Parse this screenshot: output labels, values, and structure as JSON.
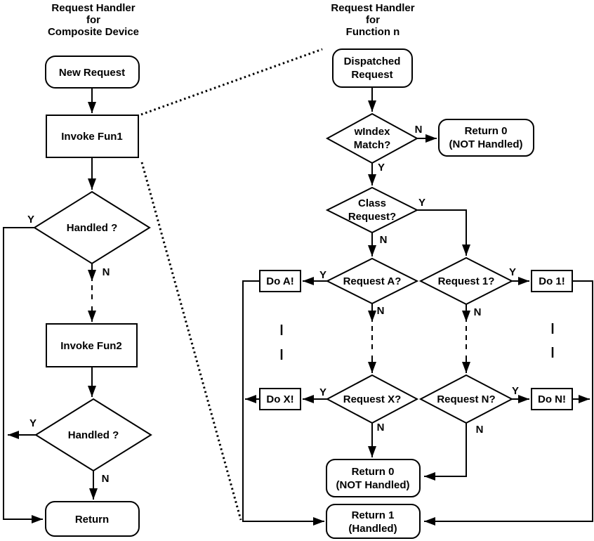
{
  "left_chart": {
    "title_lines": [
      "Request Handler",
      "for",
      "Composite Device"
    ],
    "new_request": "New Request",
    "invoke_fun1": "Invoke Fun1",
    "handled_1": "Handled ?",
    "invoke_fun2": "Invoke Fun2",
    "handled_2": "Handled ?",
    "return": "Return"
  },
  "right_chart": {
    "title_lines": [
      "Request Handler",
      "for",
      "Function n"
    ],
    "dispatched_lines": [
      "Dispatched",
      "Request"
    ],
    "windex_lines": [
      "wIndex",
      "Match?"
    ],
    "return0_top_lines": [
      "Return 0",
      "(NOT Handled)"
    ],
    "class_request_lines": [
      "Class",
      "Request?"
    ],
    "request_a": "Request A?",
    "request_1": "Request 1?",
    "do_a": "Do A!",
    "do_1": "Do 1!",
    "request_x": "Request X?",
    "request_n": "Request N?",
    "do_x": "Do X!",
    "do_n": "Do N!",
    "return0_bottom_lines": [
      "Return 0",
      "(NOT Handled)"
    ],
    "return1_lines": [
      "Return 1",
      "(Handled)"
    ]
  },
  "branch_labels": {
    "yes": "Y",
    "no": "N"
  },
  "colors": {
    "stroke": "#000000",
    "background": "#ffffff",
    "text": "#000000"
  }
}
